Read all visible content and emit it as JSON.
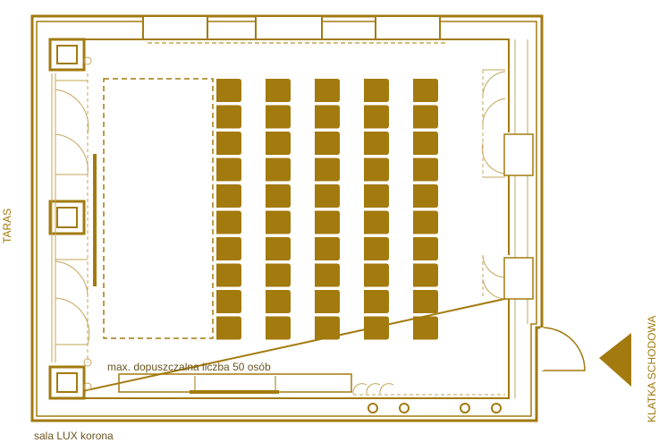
{
  "colors": {
    "accent": "#a27a0e",
    "line": "#b08a2a",
    "background": "#ffffff"
  },
  "labels": {
    "room_name": "sala LUX korona",
    "terrace": "TARAS",
    "staircase": "KLATKA SCHODOWA",
    "capacity": "max. dopuszczalna liczba 50 osób"
  },
  "seating": {
    "columns": 5,
    "rows": 10,
    "total_seats": 50
  }
}
